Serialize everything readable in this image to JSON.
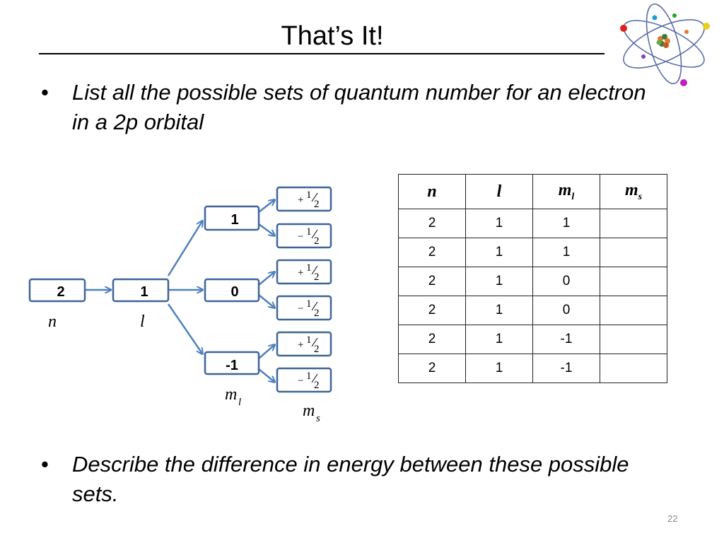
{
  "title": "That’s It!",
  "bullets": [
    "List all the possible sets of quantum number for an electron in a 2p orbital",
    "Describe the difference in energy between these possible sets."
  ],
  "bullet_symbol": "•",
  "tree": {
    "n_value": "2",
    "l_value": "1",
    "ml_values": [
      "1",
      "0",
      "-1"
    ],
    "ms_values": [
      "+",
      "−",
      "+",
      "−",
      "+",
      "−"
    ],
    "frac_num": "1",
    "frac_den": "2",
    "labels": {
      "n": "n",
      "l": "l",
      "ml": "m",
      "ml_sub": "l",
      "ms": "m",
      "ms_sub": "s"
    }
  },
  "table": {
    "headers": [
      {
        "main": "n",
        "sub": ""
      },
      {
        "main": "l",
        "sub": ""
      },
      {
        "main": "m",
        "sub": "l"
      },
      {
        "main": "m",
        "sub": "s"
      }
    ],
    "rows": [
      [
        "2",
        "1",
        "1",
        ""
      ],
      [
        "2",
        "1",
        "1",
        ""
      ],
      [
        "2",
        "1",
        "0",
        ""
      ],
      [
        "2",
        "1",
        "0",
        ""
      ],
      [
        "2",
        "1",
        "-1",
        ""
      ],
      [
        "2",
        "1",
        "-1",
        ""
      ]
    ]
  },
  "page_number": "22",
  "colors": {
    "box_border": "#3e6596",
    "arrow": "#4f81bd",
    "text": "#000000"
  },
  "icons": {
    "logo": "atom-icon"
  }
}
